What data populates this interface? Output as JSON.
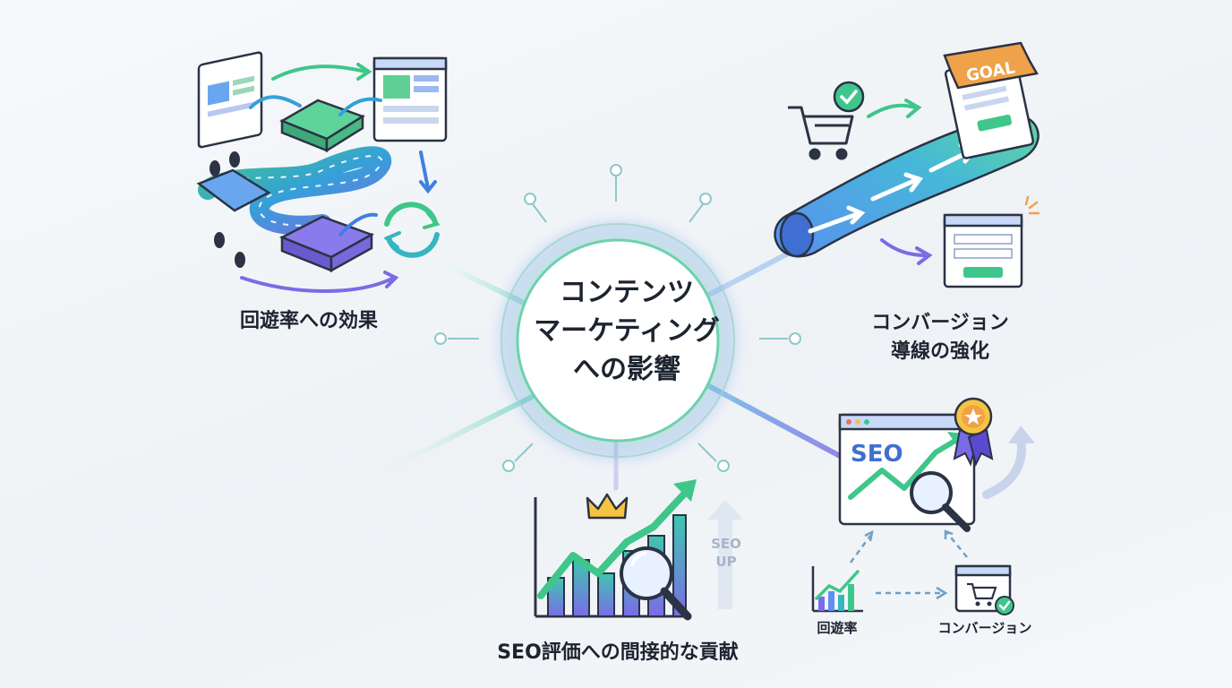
{
  "center": {
    "title_lines": [
      "コンテンツ",
      "マーケティング",
      "への影響"
    ]
  },
  "branches": {
    "bounce": {
      "label": "回遊率への効果"
    },
    "conversion": {
      "label_lines": [
        "コンバージョン",
        "導線の強化"
      ],
      "goal_badge": "GOAL"
    },
    "seo": {
      "label": "SEO評価への間接的な貢献",
      "seo_up_lines": [
        "SEO",
        "UP"
      ]
    },
    "cycle": {
      "seo_text": "SEO",
      "bounce_label": "回遊率",
      "conversion_label": "コンバージョン"
    }
  },
  "colors": {
    "green": "#3fc68a",
    "teal": "#35b6c0",
    "blue": "#3f7fe0",
    "purple": "#7b6be6",
    "dark_outline": "#2b3345",
    "goal_orange": "#f0a24a"
  },
  "icons": [
    "webpage-icon",
    "footprints-icon",
    "refresh-icon",
    "shopping-cart-icon",
    "check-icon",
    "goal-flag-icon",
    "form-window-icon",
    "growth-chart-icon",
    "crown-icon",
    "magnifier-icon",
    "award-ribbon-icon",
    "up-arrow-icon"
  ]
}
